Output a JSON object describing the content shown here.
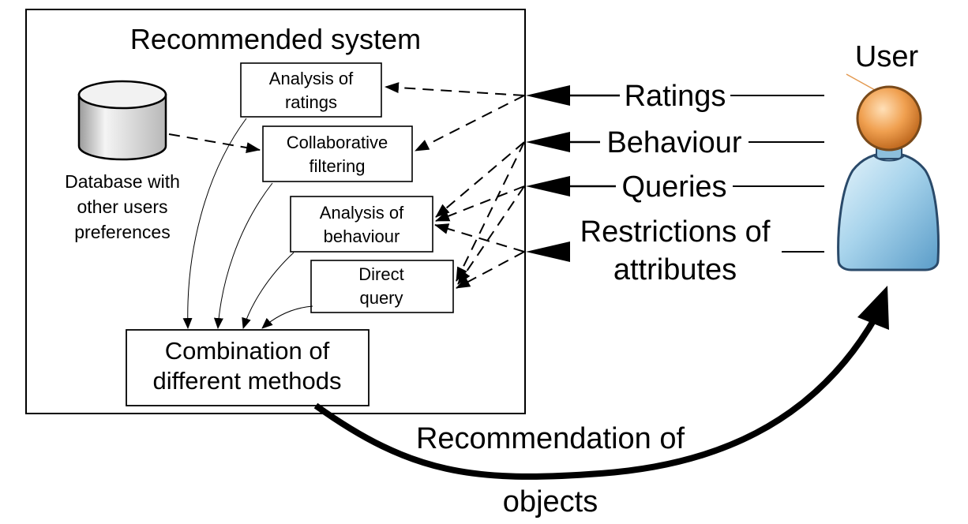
{
  "system": {
    "title": "Recommended system"
  },
  "database": {
    "line1": "Database with",
    "line2": "other users",
    "line3": "preferences"
  },
  "boxes": {
    "analysis_ratings": {
      "line1": "Analysis of",
      "line2": "ratings"
    },
    "collaborative": {
      "line1": "Collaborative",
      "line2": "filtering"
    },
    "analysis_behaviour": {
      "line1": "Analysis of",
      "line2": "behaviour"
    },
    "direct_query": {
      "line1": "Direct",
      "line2": "query"
    },
    "combination": {
      "line1": "Combination of",
      "line2": "different methods"
    }
  },
  "inputs": {
    "ratings": "Ratings",
    "behaviour": "Behaviour",
    "queries": "Queries",
    "restrictions_line1": "Restrictions of",
    "restrictions_line2": "attributes"
  },
  "user": {
    "label": "User",
    "colors": {
      "head": "#f0a050",
      "body": "#a8d4ec",
      "outline": "#2a4a6a"
    }
  },
  "output": {
    "line1": "Recommendation of",
    "line2": "objects"
  }
}
